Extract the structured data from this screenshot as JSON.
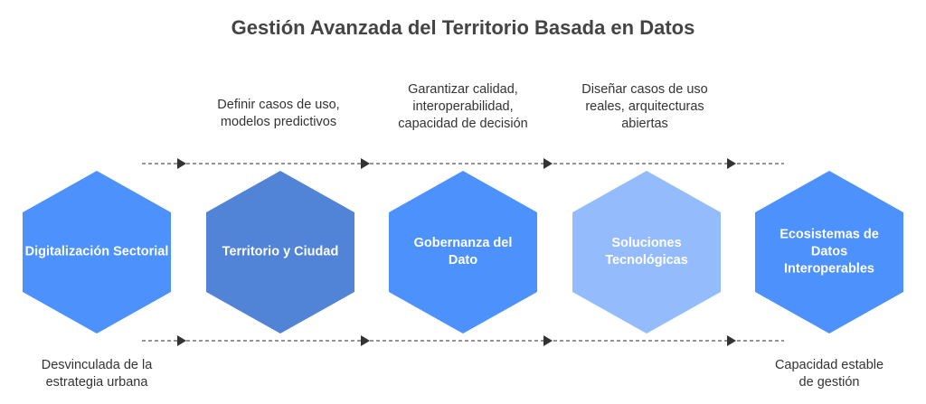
{
  "title": "Gestión Avanzada del Territorio Basada en Datos",
  "stages": [
    {
      "label": "Digitalización Sectorial",
      "color": "#4d91fc"
    },
    {
      "label": "Territorio y Ciudad",
      "color": "#5183d6"
    },
    {
      "label": "Gobernanza del Dato",
      "color": "#4d91fc"
    },
    {
      "label": "Soluciones Tecnológicas",
      "color": "#94bcfd"
    },
    {
      "label": "Ecosistemas de Datos Interoperables",
      "color": "#4d91fc"
    }
  ],
  "top_notes": [
    "Definir casos de uso, modelos predictivos",
    "Garantizar calidad, interoperabilidad, capacidad de decisión",
    "Diseñar casos de uso reales, arquitecturas abiertas"
  ],
  "bottom_notes": [
    "Desvinculada de la estrategia urbana",
    "Capacidad estable de gestión"
  ]
}
